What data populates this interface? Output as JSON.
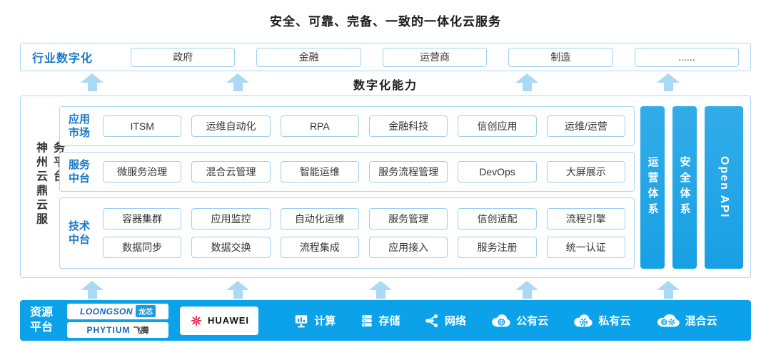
{
  "title": "安全、可靠、完备、一致的一体化云服务",
  "industry": {
    "label": "行业数字化",
    "items": [
      "政府",
      "金融",
      "运营商",
      "制造",
      "......"
    ]
  },
  "capability_label": "数字化能力",
  "platform": {
    "side_label": "神州云鼎云服务平台",
    "app": {
      "label": "应用市场",
      "items": [
        "ITSM",
        "运维自动化",
        "RPA",
        "金融科技",
        "信创应用",
        "运维/运营"
      ]
    },
    "service": {
      "label": "服务中台",
      "items": [
        "微服务治理",
        "混合云管理",
        "智能运维",
        "服务流程管理",
        "DevOps",
        "大屏展示"
      ]
    },
    "tech": {
      "label": "技术中台",
      "row1": [
        "容器集群",
        "应用监控",
        "自动化运维",
        "服务管理",
        "信创适配",
        "流程引擎"
      ],
      "row2": [
        "数据同步",
        "数据交换",
        "流程集成",
        "应用接入",
        "服务注册",
        "统一认证"
      ]
    },
    "sidebars": [
      "运营体系",
      "安全体系",
      "Open API"
    ]
  },
  "resource": {
    "label": "资源平台",
    "logos": {
      "loongson": {
        "name": "LOONGSON",
        "chip": "龙芯"
      },
      "phytium": {
        "name": "PHYTIUM",
        "suffix": "飞腾",
        "icon": "phytium-logo"
      },
      "huawei": {
        "name": "HUAWEI",
        "icon": "huawei-flower-icon"
      }
    },
    "items": [
      {
        "icon": "compute-icon",
        "label": "计算"
      },
      {
        "icon": "storage-icon",
        "label": "存储"
      },
      {
        "icon": "network-icon",
        "label": "网络"
      },
      {
        "icon": "public-cloud-icon",
        "label": "公有云"
      },
      {
        "icon": "private-cloud-icon",
        "label": "私有云"
      },
      {
        "icon": "hybrid-cloud-icon",
        "label": "混合云"
      }
    ]
  },
  "colors": {
    "accent_blue": "#1878C8",
    "bar_blue": "#29A3E6",
    "resource_bar_blue": "#0BA2E9",
    "arrow_blue": "#A9D9F4",
    "border_blue": "#ABD7F3",
    "huawei_red": "#E4002B"
  }
}
